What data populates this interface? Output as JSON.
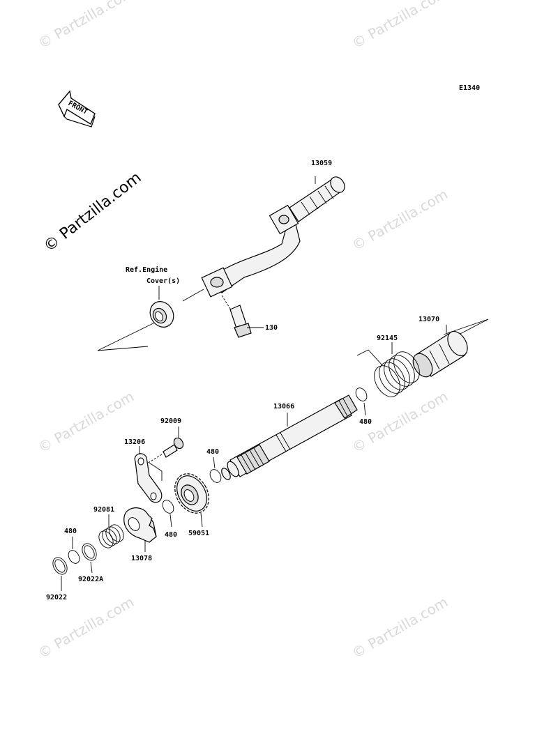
{
  "diagram_code": "E1340",
  "front_label": "FRONT",
  "watermark": {
    "text": "© Partzilla.com",
    "prominent_text": "© Partzilla.com"
  },
  "reference_note": {
    "line1": "Ref.Engine",
    "line2": "Cover(s)"
  },
  "part_labels": {
    "kick_pedal": "13059",
    "pedal_bolt": "130",
    "kick_spring_guide": "13070",
    "kick_spring": "92145",
    "kickstarter_shaft": "13066",
    "circlip_shaft_right": "480",
    "bolt_guide": "92009",
    "guide_plate": "13206",
    "circlip_mid": "480",
    "kick_gear": "59051",
    "circlip_gear": "480",
    "spring_small": "92081",
    "circlip_left": "480",
    "ratchet": "13078",
    "washer_a": "92022A",
    "washer": "92022"
  },
  "colors": {
    "line": "#000000",
    "watermark": "#d9d9d9",
    "part_fill": "#f2f2f2"
  }
}
